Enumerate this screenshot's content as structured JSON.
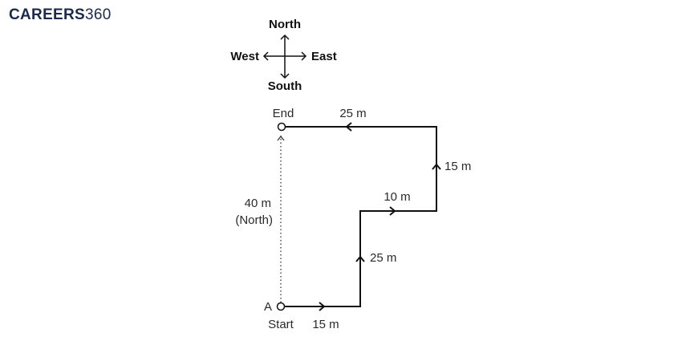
{
  "logo": {
    "bold": "CAREERS",
    "rest": "360"
  },
  "compass": {
    "north": "North",
    "south": "South",
    "east": "East",
    "west": "West"
  },
  "points": {
    "start_letter": "A",
    "start": "Start",
    "end": "End"
  },
  "segments": {
    "s1": "15 m",
    "s2": "25 m",
    "s3": "10 m",
    "s4": "15 m",
    "s5": "25 m"
  },
  "result": {
    "distance": "40 m",
    "direction": "(North)"
  },
  "colors": {
    "line": "#111111",
    "dotted": "#333333",
    "text": "#2a2a2a",
    "logo": "#1b2a4a"
  }
}
